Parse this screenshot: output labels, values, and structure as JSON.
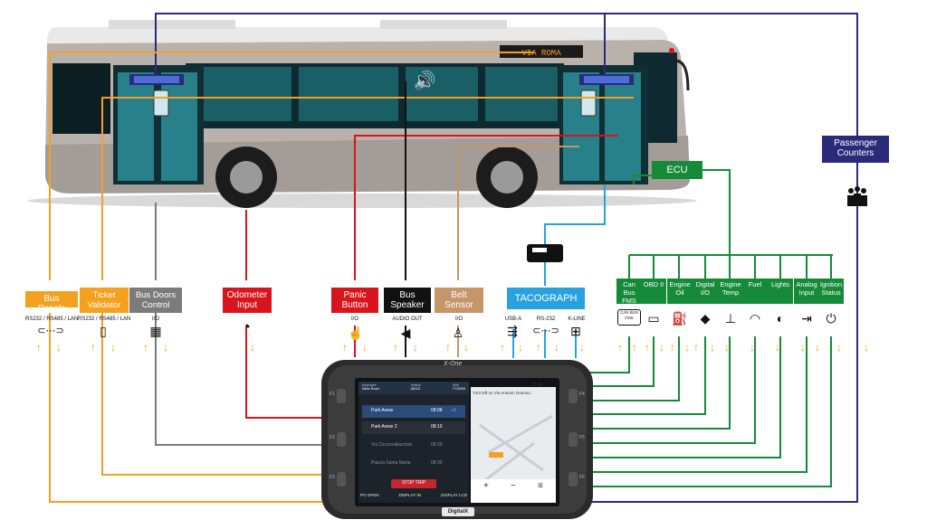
{
  "destination_sign": "VIA ROMA",
  "labels": {
    "bus_panels": "Bus Panels",
    "ticket_validator": "Ticket\nValidator",
    "bus_doors_control": "Bus Doors\nControl",
    "odometer_input": "Odometer\nInput",
    "panic_button": "Panic\nButton",
    "bus_speaker": "Bus\nSpeaker",
    "belt_sensor": "Belt\nSensor",
    "tacograph": "TACOGRAPH",
    "ecu": "ECU",
    "passenger_counters": "Passenger\nCounters"
  },
  "ports": {
    "bus_panels": "RS232 / RS485 / LAN",
    "ticket_validator": "RS232 / RS485 / LAN",
    "bus_doors_control": "I/O",
    "panic_button": "I/O",
    "bus_speaker": "AUDIO OUT",
    "belt_sensor": "I/O",
    "usb_a": "USB-A",
    "rs232": "RS-232",
    "k_line": "K-LINE"
  },
  "ecu_inputs": [
    {
      "label": "Can Bus\nFMS",
      "icon": "can-bus-icon",
      "icon_text": "CAN BUS\nFMS"
    },
    {
      "label": "OBD II",
      "icon": "obd-connector-icon"
    },
    {
      "label": "Engine\nOil",
      "icon": "oil-can-icon"
    },
    {
      "label": "Digital\nI/O",
      "icon": "digital-io-icon"
    },
    {
      "label": "Engine\nTemp",
      "icon": "thermometer-icon"
    },
    {
      "label": "Fuel",
      "icon": "fuel-gauge-icon"
    },
    {
      "label": "Lights",
      "icon": "headlight-icon"
    },
    {
      "label": "Analog\nInput",
      "icon": "analog-input-icon"
    },
    {
      "label": "Ignition\nStatus",
      "icon": "power-icon"
    }
  ],
  "device": {
    "brand": "X-One",
    "logo": "DigitalX",
    "time": "12:34",
    "header": [
      "Employee",
      "Vehicle",
      "Shift"
    ],
    "header_values": [
      "Mario Rossi",
      "AB123",
      "TY25099"
    ],
    "stops": [
      {
        "name": "Park Arese",
        "time": "08:08",
        "extra": "+3"
      },
      {
        "name": "Park Arese 2",
        "time": "08:10",
        "extra": ""
      },
      {
        "name": "Via Circonvallazione",
        "time": "08:20",
        "extra": ""
      },
      {
        "name": "Piazza Santa Maria",
        "time": "08:30",
        "extra": ""
      }
    ],
    "stop_button": "STOP TRIP",
    "nav_instruction": "Turn left on Via Antonio Gramsci",
    "footer": [
      "PO OPEN",
      "DISPLAY IN",
      "DISPLAY LCD"
    ],
    "side_keys_left": [
      "F1",
      "F2",
      "F3"
    ],
    "side_keys_right": [
      "F4",
      "F5",
      "F6"
    ]
  },
  "colors": {
    "orange": "#f5a01e",
    "gray": "#7b7b7b",
    "red": "#d8151d",
    "black": "#111111",
    "tan": "#c49668",
    "blue": "#27a2df",
    "green": "#158b3a",
    "navy": "#2a2a7a"
  }
}
